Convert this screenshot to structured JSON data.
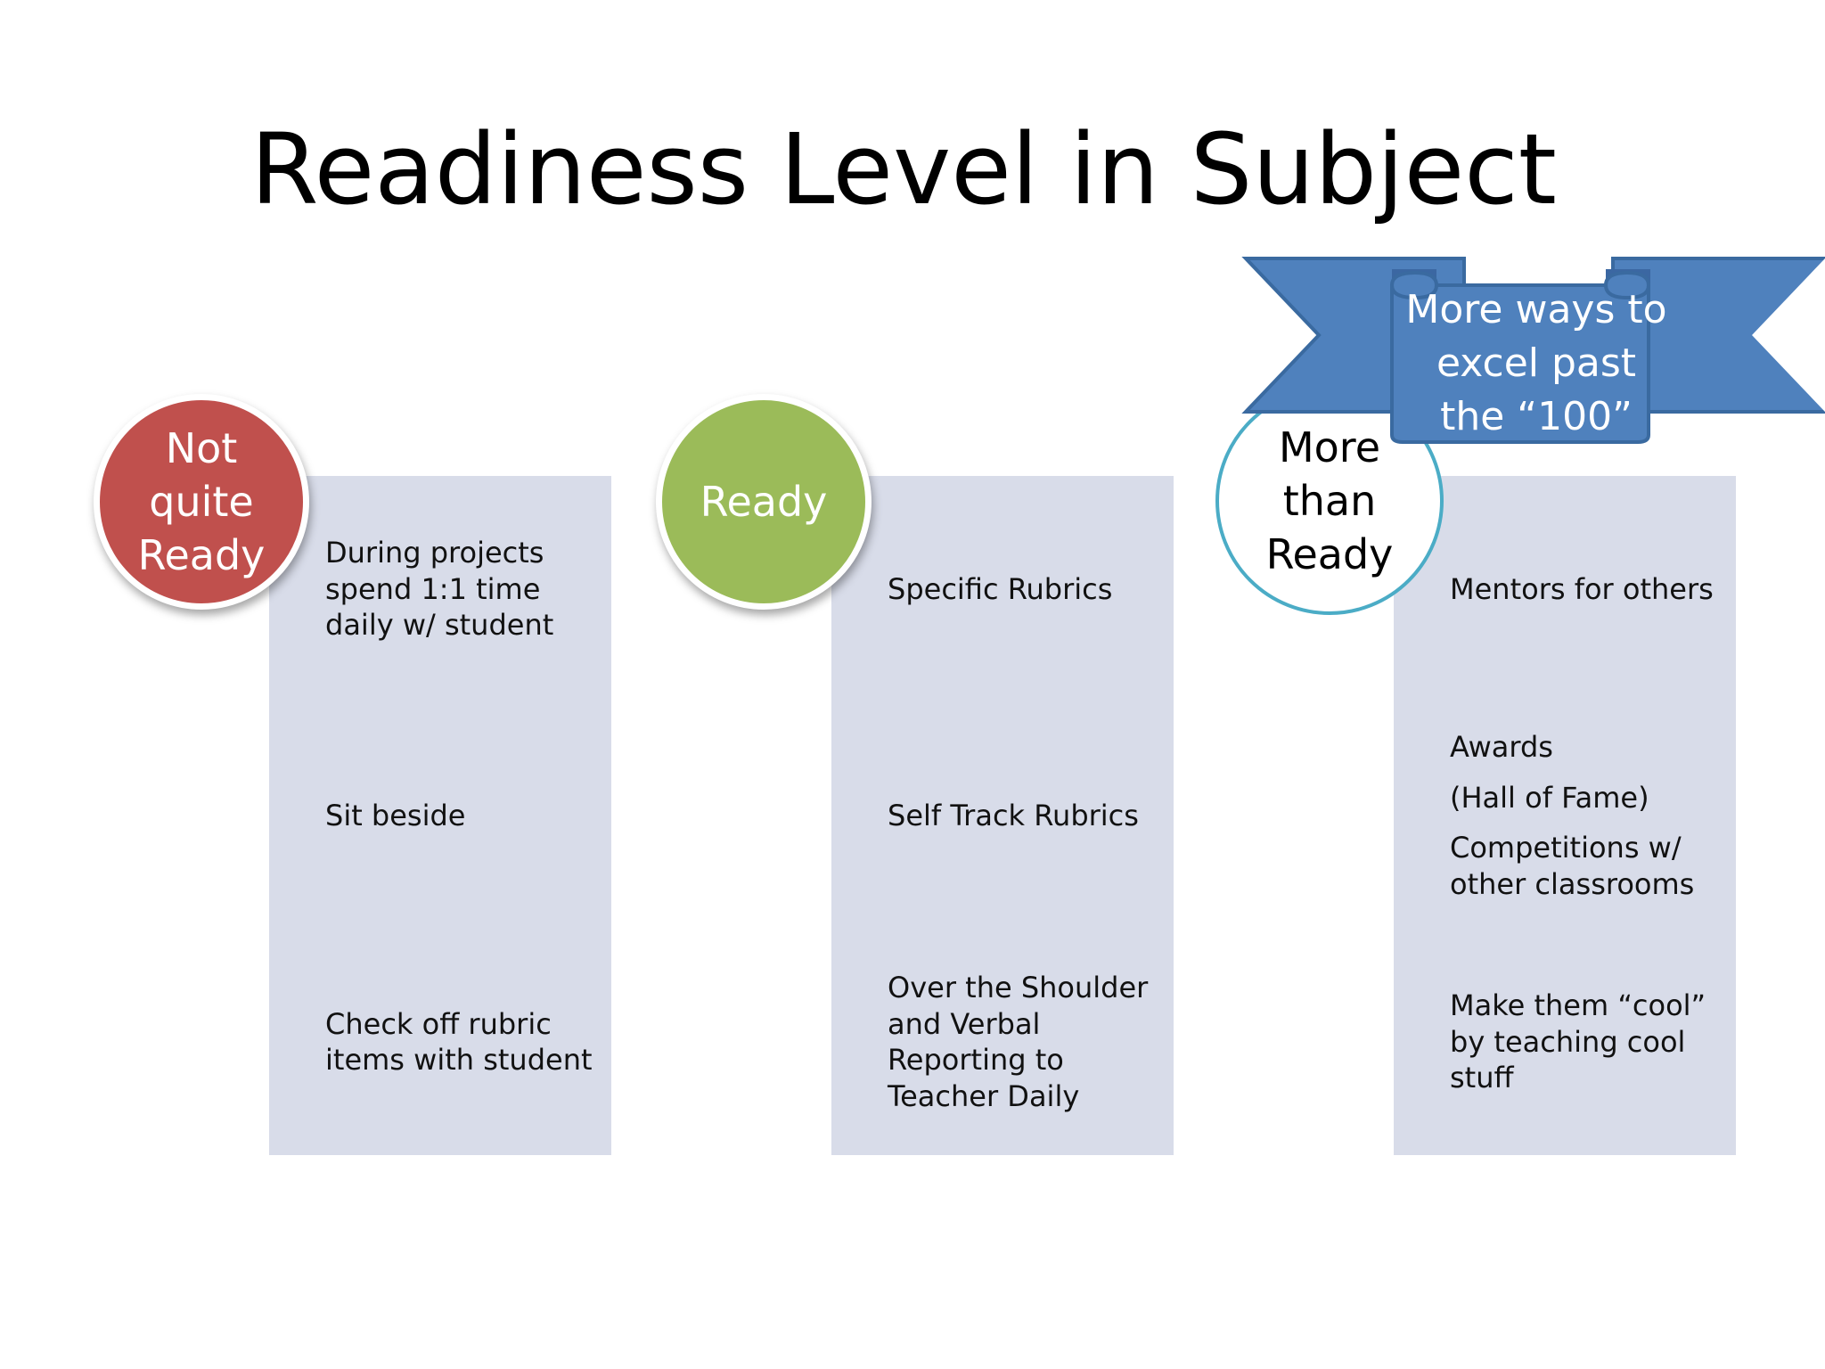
{
  "slide": {
    "title": "Readiness Level in Subject"
  },
  "levels": [
    {
      "label_lines": [
        "Not",
        "quite",
        "Ready"
      ],
      "color": "#c0504d",
      "items": [
        [
          "During projects",
          "spend 1:1 time",
          "daily w/ student"
        ],
        [
          "Sit beside"
        ],
        [
          "Check off rubric",
          "items with student"
        ]
      ]
    },
    {
      "label_lines": [
        "Ready"
      ],
      "color": "#9bbb59",
      "items": [
        [
          "Specific Rubrics"
        ],
        [
          "Self Track Rubrics"
        ],
        [
          "Over the Shoulder",
          "and Verbal",
          "Reporting to",
          "Teacher Daily"
        ]
      ]
    },
    {
      "label_lines": [
        "More",
        "than",
        "Ready"
      ],
      "color": "#4bacc6",
      "items": [
        [
          "Mentors for others"
        ],
        [
          "Awards",
          "(Hall of Fame)",
          "Competitions w/",
          "other classrooms"
        ],
        [
          "Make them “cool”",
          "by teaching cool",
          "stuff"
        ]
      ]
    }
  ],
  "banner": {
    "text_lines": [
      "More ways to",
      "excel past",
      "the “100”"
    ],
    "color": "#4f81bd"
  }
}
